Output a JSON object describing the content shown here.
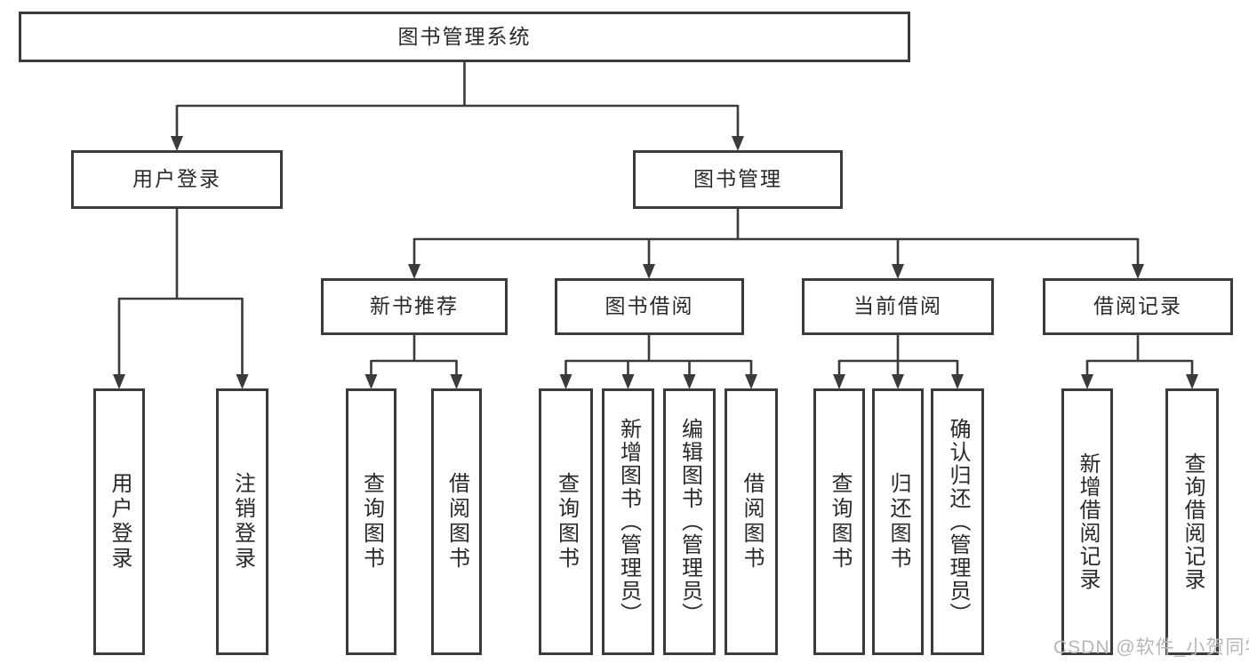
{
  "tree": {
    "label": "图书管理系统",
    "children": [
      {
        "label": "用户登录",
        "children": [
          {
            "label": "用户登录"
          },
          {
            "label": "注销登录"
          }
        ]
      },
      {
        "label": "图书管理",
        "children": [
          {
            "label": "新书推荐",
            "children": [
              {
                "label": "查询图书"
              },
              {
                "label": "借阅图书"
              }
            ]
          },
          {
            "label": "图书借阅",
            "children": [
              {
                "label": "查询图书"
              },
              {
                "label": "新增图书（管理员）"
              },
              {
                "label": "编辑图书（管理员）"
              },
              {
                "label": "借阅图书"
              }
            ]
          },
          {
            "label": "当前借阅",
            "children": [
              {
                "label": "查询图书"
              },
              {
                "label": "归还图书"
              },
              {
                "label": "确认归还（管理员）"
              }
            ]
          },
          {
            "label": "借阅记录",
            "children": [
              {
                "label": "新增借阅记录"
              },
              {
                "label": "查询借阅记录"
              }
            ]
          }
        ]
      }
    ]
  },
  "watermark": "CSDN @软件_小贺同学",
  "colors": {
    "line": "#3b3b3b",
    "box_border": "#3b3b3b",
    "text": "#2a2a2a",
    "background": "#ffffff",
    "watermark": "#b7b7b7"
  }
}
